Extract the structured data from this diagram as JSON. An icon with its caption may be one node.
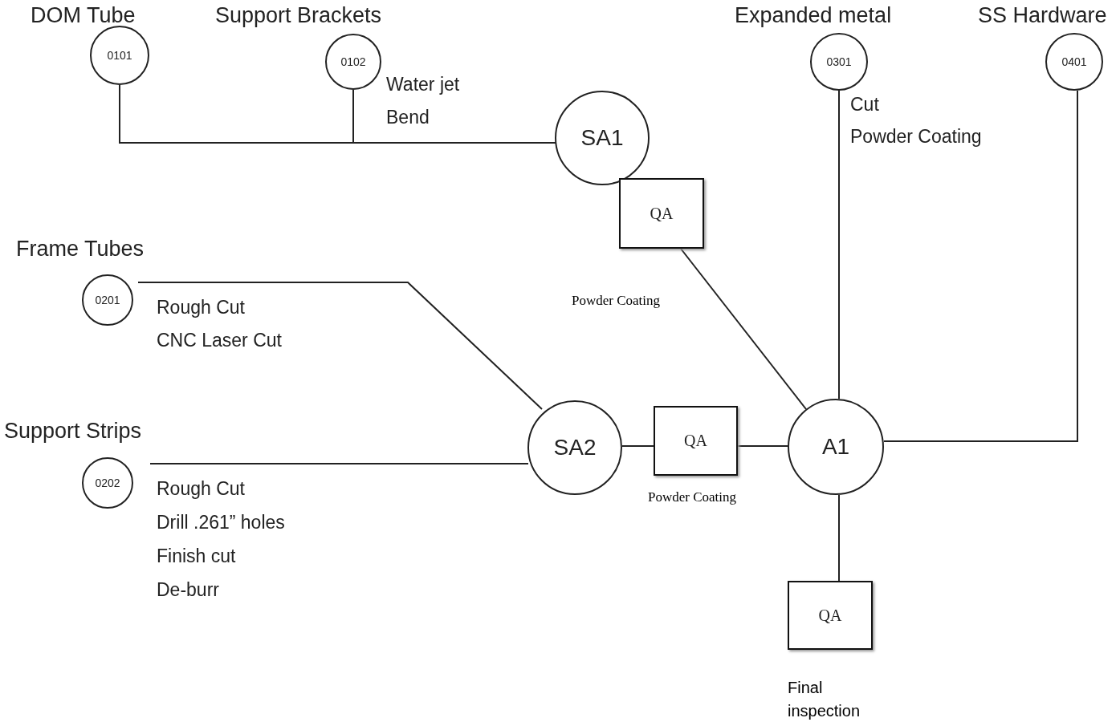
{
  "diagram": {
    "nodes": [
      {
        "text": [
          "DOM Tube",
          "0101"
        ]
      },
      {
        "text": [
          "Support Brackets",
          "0102"
        ],
        "beside": [
          "Water jet",
          "Bend"
        ]
      },
      {
        "text": [
          "SA1"
        ]
      },
      {
        "text": [
          "QA"
        ],
        "beside": [
          "Powder Coating"
        ]
      },
      {
        "text": [
          "Expanded metal",
          "0301"
        ],
        "beside": [
          "Cut",
          "Powder Coating"
        ]
      },
      {
        "text": [
          "SS Hardware",
          "0401"
        ]
      },
      {
        "text": [
          "Frame Tubes",
          "0201"
        ],
        "beside": [
          "Rough Cut",
          "CNC Laser Cut"
        ]
      },
      {
        "text": [
          "Support Strips",
          "0202"
        ],
        "beside": [
          "Rough Cut",
          "Drill .261” holes",
          "Finish cut",
          "De-burr"
        ]
      },
      {
        "text": [
          "SA2"
        ]
      },
      {
        "text": [
          "QA"
        ],
        "beside": [
          "Powder Coating"
        ]
      },
      {
        "text": [
          "A1"
        ]
      },
      {
        "text": [
          "QA"
        ],
        "beside": [
          "Final inspection"
        ]
      }
    ],
    "edges": [
      {
        "from": 0,
        "to": 2,
        "arrow": "none"
      },
      {
        "from": 1,
        "to": 2,
        "arrow": "none"
      },
      {
        "from": 3,
        "to": 10,
        "arrow": "none"
      },
      {
        "from": 4,
        "to": 10,
        "arrow": "none"
      },
      {
        "from": 5,
        "to": 10,
        "arrow": "none"
      },
      {
        "from": 6,
        "to": 8,
        "arrow": "none"
      },
      {
        "from": 7,
        "to": 8,
        "arrow": "none"
      },
      {
        "from": 8,
        "to": 9,
        "arrow": "none"
      },
      {
        "from": 9,
        "to": 10,
        "arrow": "none"
      },
      {
        "from": 10,
        "to": 11,
        "arrow": "none"
      }
    ]
  }
}
